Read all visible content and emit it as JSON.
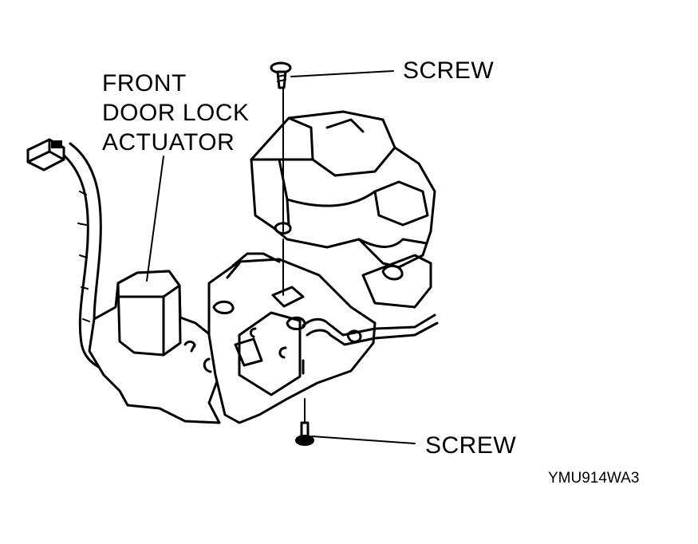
{
  "labels": {
    "actuator_line1": "FRONT",
    "actuator_line2": "DOOR LOCK",
    "actuator_line3": "ACTUATOR",
    "screw_top": "SCREW",
    "screw_bottom": "SCREW",
    "figure_code": "YMU914WA3"
  },
  "colors": {
    "ink": "#000000",
    "paper": "#ffffff"
  }
}
